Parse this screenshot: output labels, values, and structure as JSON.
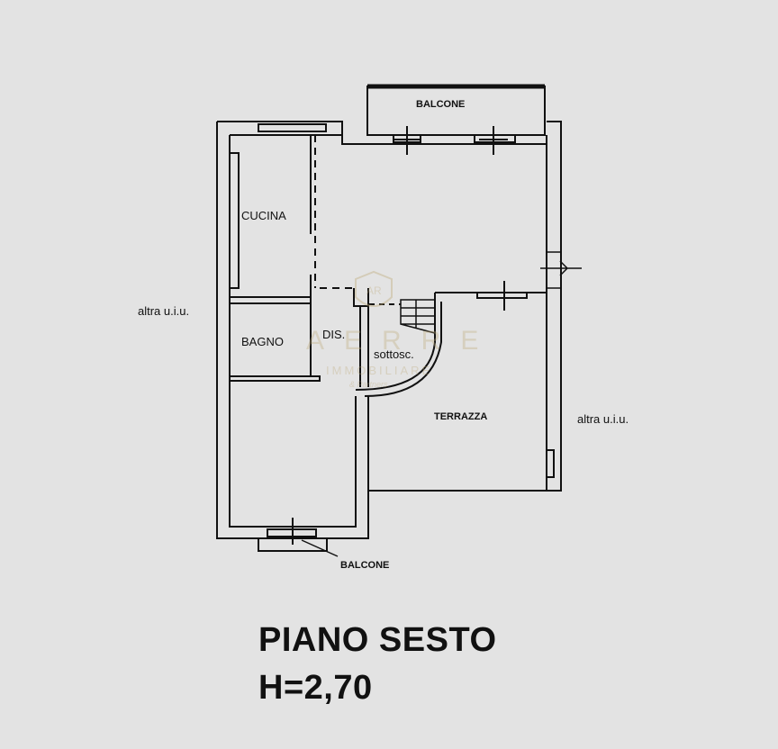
{
  "plan": {
    "rooms": {
      "balcone_top": "BALCONE",
      "cucina": "CUCINA",
      "bagno": "BAGNO",
      "dis": "DIS.",
      "sottosc": "sottosc.",
      "terrazza": "TERRAZZA",
      "balcone_bottom": "BALCONE"
    },
    "neighbors": {
      "left": "altra u.i.u.",
      "right": "altra u.i.u."
    },
    "floor_title": "PIANO SESTO",
    "height_label": "H=2,70"
  },
  "watermark": {
    "brand": "AERRE",
    "sub": "IMMOBILIARE",
    "tag": "& Partners",
    "logo_text": "AR"
  }
}
